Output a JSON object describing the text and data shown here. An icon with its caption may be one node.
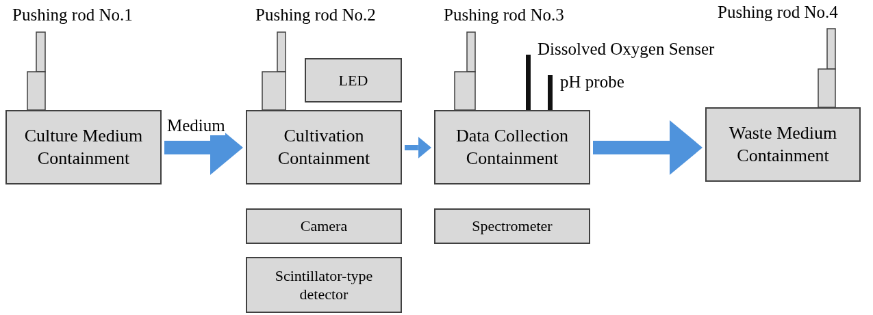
{
  "diagram": {
    "nodes": [
      {
        "text": [
          "Culture Medium Containment"
        ]
      },
      {
        "text": [
          "Cultivation Containment"
        ]
      },
      {
        "text": [
          "LED"
        ]
      },
      {
        "text": [
          "Camera"
        ]
      },
      {
        "text": [
          "Scintillator-type detector"
        ]
      },
      {
        "text": [
          "Data Collection Containment"
        ]
      },
      {
        "text": [
          "Spectrometer"
        ]
      },
      {
        "text": [
          "Waste Medium Containment"
        ]
      }
    ],
    "edges": [
      {
        "from": 0,
        "to": 1,
        "arrow": "to",
        "label": "Medium"
      },
      {
        "from": 1,
        "to": 5,
        "arrow": "to"
      },
      {
        "from": 5,
        "to": 7,
        "arrow": "to"
      }
    ],
    "labels": [
      "Pushing rod No.1",
      "Pushing rod No.2",
      "Pushing rod No.3",
      "Pushing rod No.4",
      "Dissolved Oxygen Senser",
      "pH probe"
    ]
  }
}
